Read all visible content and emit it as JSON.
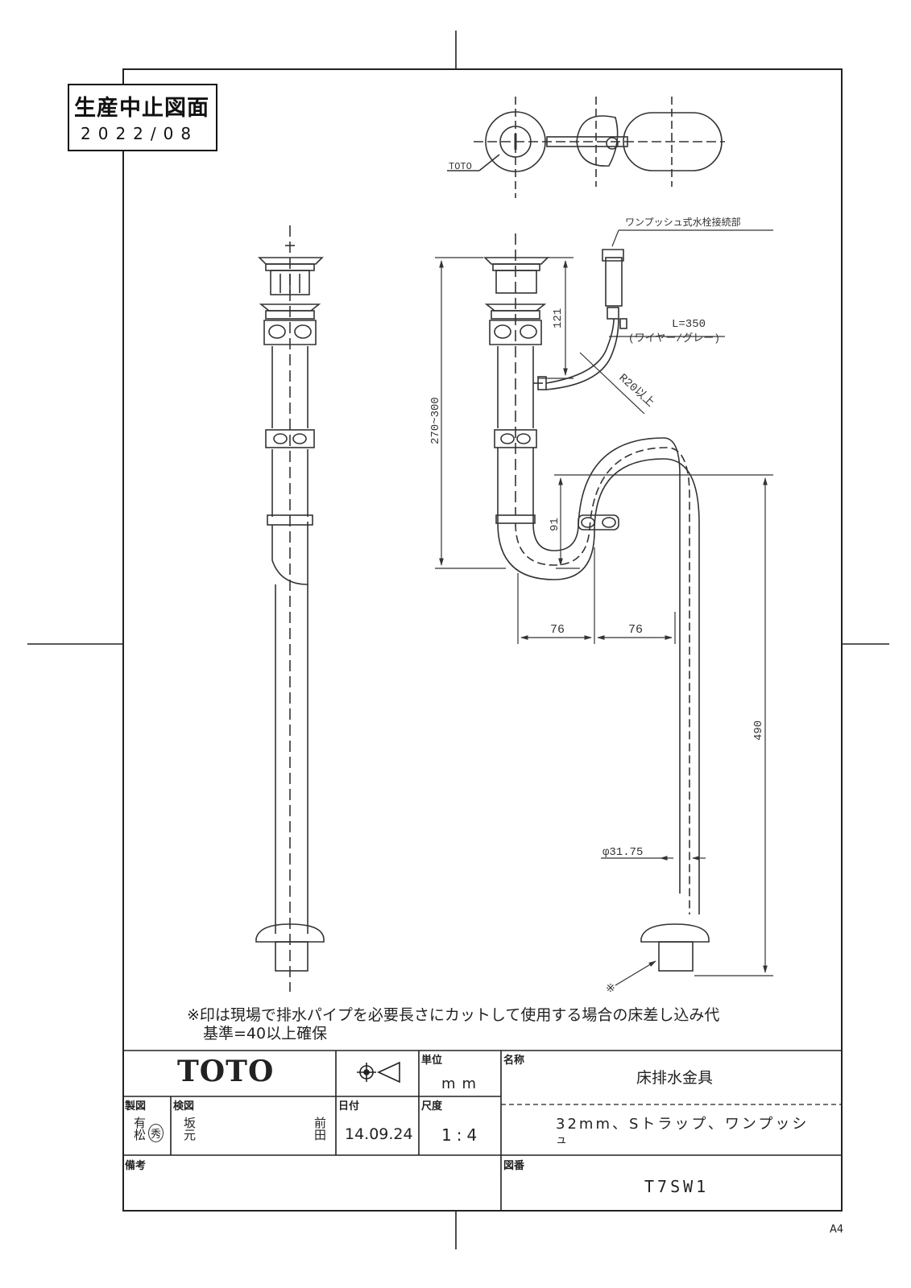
{
  "stamp": {
    "line1": "生産中止図面",
    "line2": "2022/08"
  },
  "top_view": {
    "label": "TOTO"
  },
  "annotations": {
    "connector_label": "ワンプッシュ式水栓接続部",
    "wire_length": "L=350",
    "wire_spec": "(ワイヤー/グレー)",
    "bend_radius": "R20以上",
    "dim_121": "121",
    "dim_range": "270~300",
    "dim_91": "91",
    "dim_76_left": "76",
    "dim_76_right": "76",
    "dim_490": "490",
    "diameter": "φ31.75",
    "asterisk": "※"
  },
  "note": {
    "line1": "※印は現場で排水パイプを必要長さにカットして使用する場合の床差し込み代",
    "line2": "基準=40以上確保"
  },
  "title_block": {
    "brand": "TOTO",
    "unit_label": "単位",
    "unit_value": "mm",
    "name_label": "名称",
    "name_value": "床排水金具",
    "drafted_label": "製図",
    "drafter": "有松",
    "drafter_seal": "秀",
    "checked_label": "検図",
    "checker1": "坂元",
    "checker2": "前田",
    "date_label": "日付",
    "date_value": "14.09.24",
    "scale_label": "尺度",
    "scale_value": "1:4",
    "description_line1": "32mm、Sトラップ、ワンプッシ",
    "description_line2": "ュ",
    "remarks_label": "備考",
    "drawing_no_label": "図番",
    "drawing_no_value": "T7SW1"
  },
  "paper_size": "A4"
}
